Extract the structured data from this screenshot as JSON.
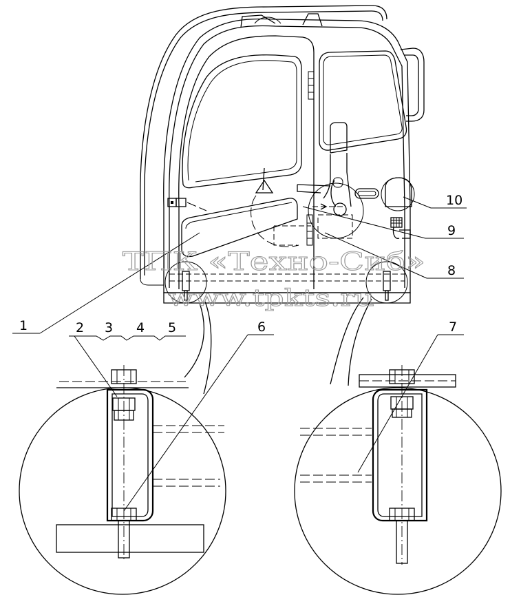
{
  "callouts": [
    {
      "id": "c1",
      "text": "1"
    },
    {
      "id": "c2",
      "text": "2"
    },
    {
      "id": "c3",
      "text": "3"
    },
    {
      "id": "c4",
      "text": "4"
    },
    {
      "id": "c5",
      "text": "5"
    },
    {
      "id": "c6",
      "text": "6"
    },
    {
      "id": "c7",
      "text": "7"
    },
    {
      "id": "c8",
      "text": "8"
    },
    {
      "id": "c9",
      "text": "9"
    },
    {
      "id": "c10",
      "text": "10"
    }
  ],
  "watermark": {
    "line1": "ТПК «Техно-Сиб»",
    "line2": "www.tpkts.ru"
  },
  "colors": {
    "ink": "#000000",
    "paper": "#ffffff",
    "watermark": "#9a9a9a"
  }
}
